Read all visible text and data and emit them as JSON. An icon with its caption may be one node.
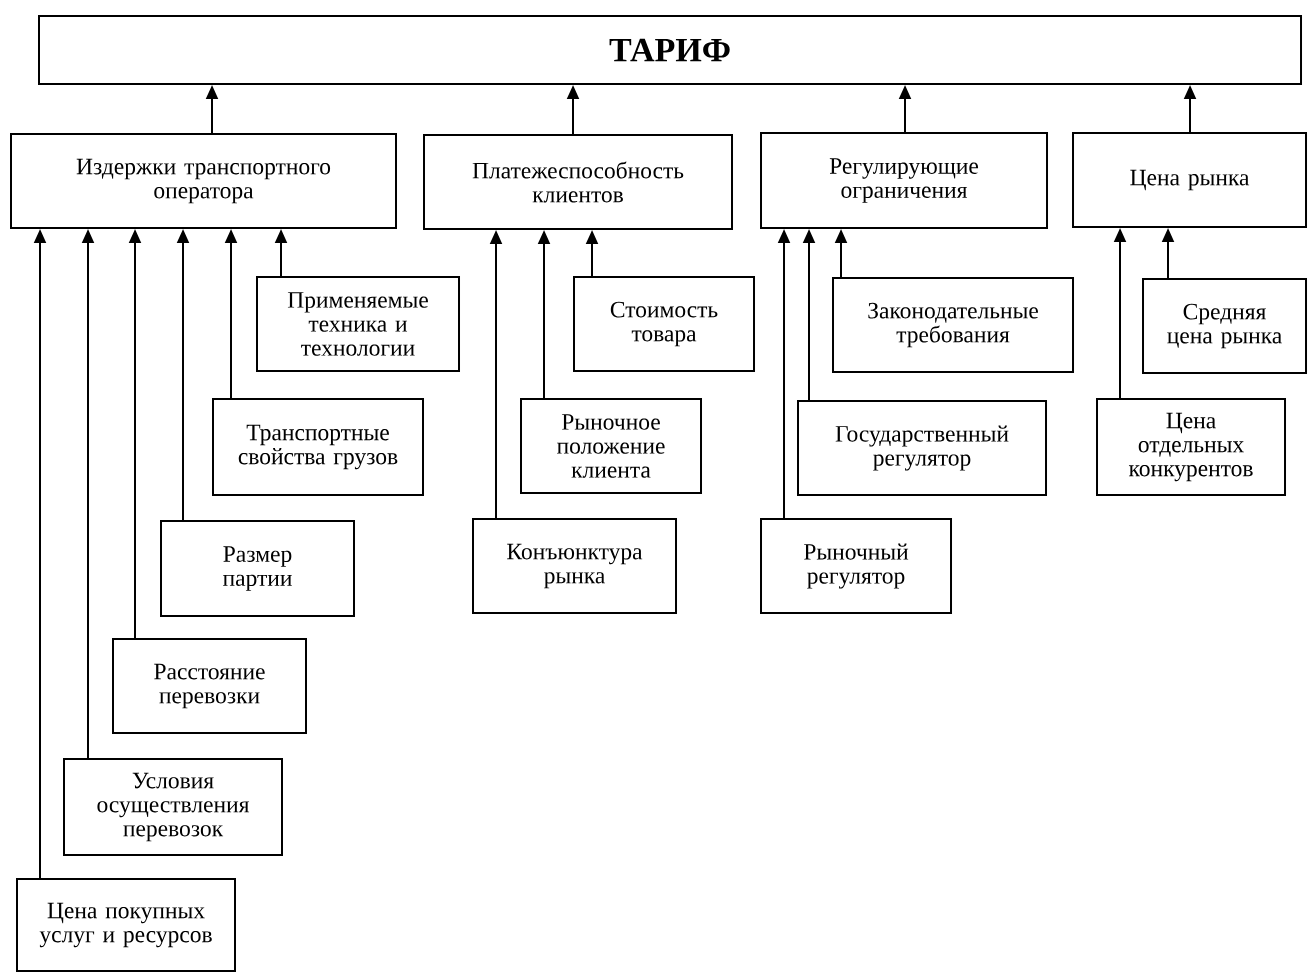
{
  "diagram": {
    "nodes": [
      {
        "text": [
          "ТАРИФ"
        ]
      },
      {
        "text": [
          "Издержки транспортного оператора"
        ]
      },
      {
        "text": [
          "Платежеспособность клиентов"
        ]
      },
      {
        "text": [
          "Регулирующие ограничения"
        ]
      },
      {
        "text": [
          "Цена рынка"
        ]
      },
      {
        "text": [
          "Применяемые техника и технологии"
        ]
      },
      {
        "text": [
          "Транспортные свойства грузов"
        ]
      },
      {
        "text": [
          "Размер партии"
        ]
      },
      {
        "text": [
          "Расстояние перевозки"
        ]
      },
      {
        "text": [
          "Условия осуществления перевозок"
        ]
      },
      {
        "text": [
          "Цена покупных услуг и ресурсов"
        ]
      },
      {
        "text": [
          "Стоимость товара"
        ]
      },
      {
        "text": [
          "Рыночное положение клиента"
        ]
      },
      {
        "text": [
          "Конъюнктура рынка"
        ]
      },
      {
        "text": [
          "Законодательные требования"
        ]
      },
      {
        "text": [
          "Государственный регулятор"
        ]
      },
      {
        "text": [
          "Рыночный регулятор"
        ]
      },
      {
        "text": [
          "Средняя цена рынка"
        ]
      },
      {
        "text": [
          "Цена отдельных конкурентов"
        ]
      }
    ],
    "edges": [
      {
        "from": 1,
        "to": 0,
        "arrow": "to"
      },
      {
        "from": 2,
        "to": 0,
        "arrow": "to"
      },
      {
        "from": 3,
        "to": 0,
        "arrow": "to"
      },
      {
        "from": 4,
        "to": 0,
        "arrow": "to"
      },
      {
        "from": 10,
        "to": 1,
        "arrow": "to"
      },
      {
        "from": 9,
        "to": 1,
        "arrow": "to"
      },
      {
        "from": 8,
        "to": 1,
        "arrow": "to"
      },
      {
        "from": 7,
        "to": 1,
        "arrow": "to"
      },
      {
        "from": 6,
        "to": 1,
        "arrow": "to"
      },
      {
        "from": 5,
        "to": 1,
        "arrow": "to"
      },
      {
        "from": 13,
        "to": 2,
        "arrow": "to"
      },
      {
        "from": 12,
        "to": 2,
        "arrow": "to"
      },
      {
        "from": 11,
        "to": 2,
        "arrow": "to"
      },
      {
        "from": 16,
        "to": 3,
        "arrow": "to"
      },
      {
        "from": 15,
        "to": 3,
        "arrow": "to"
      },
      {
        "from": 14,
        "to": 3,
        "arrow": "to"
      },
      {
        "from": 18,
        "to": 4,
        "arrow": "to"
      },
      {
        "from": 17,
        "to": 4,
        "arrow": "to"
      }
    ]
  }
}
